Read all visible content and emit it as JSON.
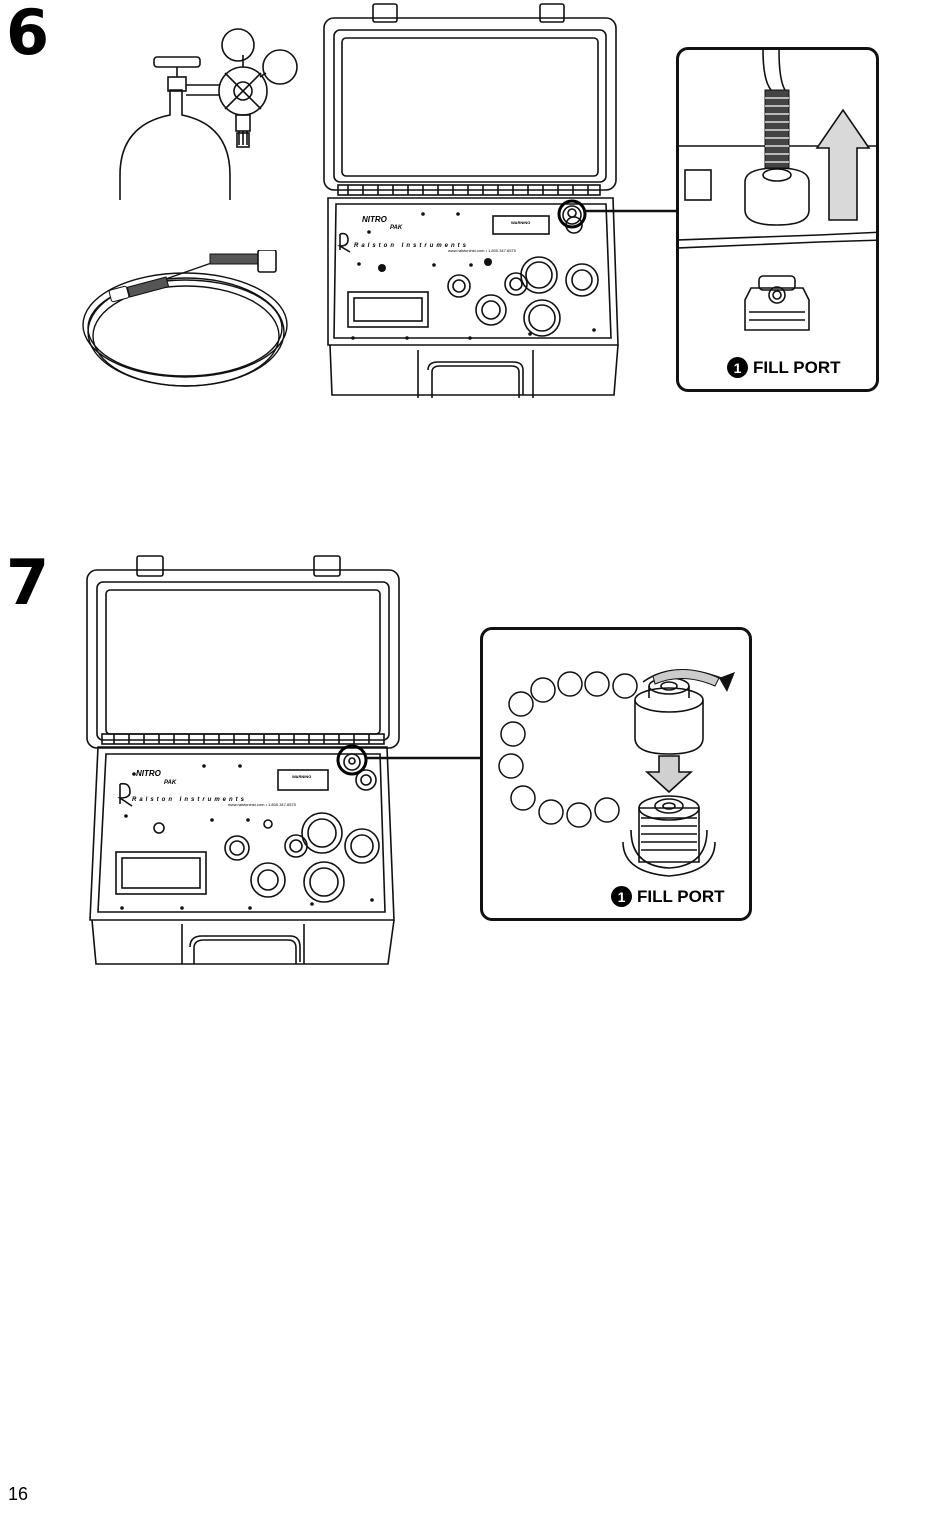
{
  "steps": [
    {
      "number": "6",
      "callout": {
        "badge": "1",
        "label": "FILL PORT"
      }
    },
    {
      "number": "7",
      "callout": {
        "badge": "1",
        "label": "FILL PORT"
      }
    }
  ],
  "case_panel": {
    "brand_top": "NITRO",
    "brand_bottom": "PAK",
    "company": "Ralston Instruments",
    "website": "www.ralstoninst.com • 1.800.347.6575",
    "warning": "WARNING"
  },
  "page_number": "16"
}
